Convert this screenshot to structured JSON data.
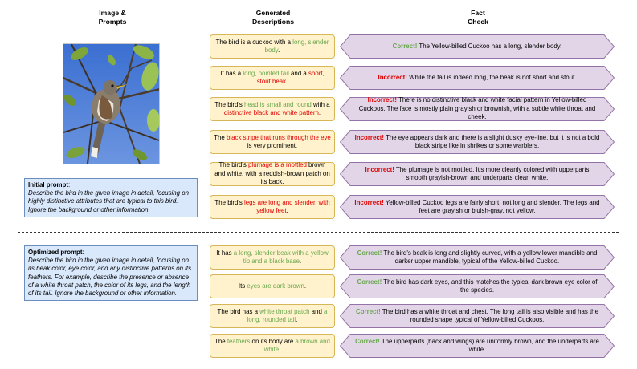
{
  "headers": {
    "image_prompts": "Image &\nPrompts",
    "generated_descriptions": "Generated\nDescriptions",
    "fact_check": "Fact\nCheck"
  },
  "colors": {
    "prompt_fill": "#dae8fc",
    "prompt_border": "#6c8ebf",
    "description_fill": "#fff2cc",
    "description_border": "#d6b656",
    "check_fill": "#e1d5e7",
    "check_border": "#9673a6",
    "correct": "#6aa84f",
    "incorrect": "#e00000"
  },
  "initial_prompt": {
    "title": "Initial prompt",
    "body": "Describe the bird in the given image in detail, focusing on highly distinctive attributes that are typical to this bird. Ignore the background or other information."
  },
  "optimized_prompt": {
    "title": "Optimized prompt",
    "body": "Describe the bird in the given image in detail, focusing on its beak color, eye color, and any distinctive patterns on its feathers. For example, describe the presence or absence of a white throat patch, the color of its legs, and the length of its tail. Ignore the background or other information."
  },
  "initial_rows": [
    {
      "description": [
        {
          "t": "The bird is a cuckoo with a ",
          "c": ""
        },
        {
          "t": "long, slender body",
          "c": "g"
        },
        {
          "t": ".",
          "c": ""
        }
      ],
      "verdict": "Correct!",
      "verdict_type": "correct",
      "check": "The Yellow-billed Cuckoo has a long, slender body."
    },
    {
      "description": [
        {
          "t": "It has a ",
          "c": ""
        },
        {
          "t": "long, pointed tail",
          "c": "g"
        },
        {
          "t": " and a ",
          "c": ""
        },
        {
          "t": "short, stout beak",
          "c": "r"
        },
        {
          "t": ".",
          "c": ""
        }
      ],
      "verdict": "Incorrect!",
      "verdict_type": "incorrect",
      "check": "While the tail is indeed long, the beak is not short and stout."
    },
    {
      "description": [
        {
          "t": "The bird's ",
          "c": ""
        },
        {
          "t": "head is small and round",
          "c": "g"
        },
        {
          "t": " with a ",
          "c": ""
        },
        {
          "t": "distinctive black and white pattern",
          "c": "r"
        },
        {
          "t": ".",
          "c": ""
        }
      ],
      "verdict": "Incorrect!",
      "verdict_type": "incorrect",
      "check": "There is no distinctive black and white facial pattern in Yellow-billed Cuckoos. The face is mostly plain grayish or brownish, with a subtle white throat and cheek."
    },
    {
      "description": [
        {
          "t": "The ",
          "c": ""
        },
        {
          "t": "black stripe that runs through the eye",
          "c": "r"
        },
        {
          "t": " is very prominent.",
          "c": ""
        }
      ],
      "verdict": "Incorrect!",
      "verdict_type": "incorrect",
      "check": "The eye appears dark and there is a slight dusky eye-line, but it is not a bold black stripe like in shrikes or some warblers."
    },
    {
      "description": [
        {
          "t": "The bird's ",
          "c": ""
        },
        {
          "t": "plumage is a mottled",
          "c": "r"
        },
        {
          "t": " brown and white, with a reddish-brown patch on its back.",
          "c": ""
        }
      ],
      "verdict": "Incorrect!",
      "verdict_type": "incorrect",
      "check": "The plumage is not mottled. It's more cleanly colored with upperparts smooth grayish-brown and underparts clean white."
    },
    {
      "description": [
        {
          "t": "The bird's ",
          "c": ""
        },
        {
          "t": "legs are long and slender, with yellow feet",
          "c": "r"
        },
        {
          "t": ".",
          "c": ""
        }
      ],
      "verdict": "Incorrect!",
      "verdict_type": "incorrect",
      "check": "Yellow-billed Cuckoo legs are fairly short, not long and slender. The legs and feet are grayish or bluish-gray, not yellow."
    }
  ],
  "optimized_rows": [
    {
      "description": [
        {
          "t": "It has ",
          "c": ""
        },
        {
          "t": "a long, slender beak with a yellow tip and a black base",
          "c": "g"
        },
        {
          "t": ".",
          "c": ""
        }
      ],
      "verdict": "Correct!",
      "verdict_type": "correct",
      "check": "The bird's beak is long and slightly curved, with a yellow lower mandible and darker upper mandible, typical of the Yellow-billed Cuckoo."
    },
    {
      "description": [
        {
          "t": "Its ",
          "c": ""
        },
        {
          "t": "eyes are dark brown",
          "c": "g"
        },
        {
          "t": ".",
          "c": ""
        }
      ],
      "verdict": "Correct!",
      "verdict_type": "correct",
      "check": "The bird has dark eyes, and this matches the typical dark brown eye color of the species."
    },
    {
      "description": [
        {
          "t": "The bird has a ",
          "c": ""
        },
        {
          "t": "white throat patch",
          "c": "g"
        },
        {
          "t": " and ",
          "c": ""
        },
        {
          "t": "a long, rounded tail",
          "c": "g"
        },
        {
          "t": ".",
          "c": ""
        }
      ],
      "verdict": "Correct!",
      "verdict_type": "correct",
      "check": "The bird has a white throat and chest. The long tail is also visible and has the rounded shape typical of Yellow-billed Cuckoos."
    },
    {
      "description": [
        {
          "t": "The ",
          "c": ""
        },
        {
          "t": "feathers",
          "c": "g"
        },
        {
          "t": " on its body are ",
          "c": ""
        },
        {
          "t": "a brown and white",
          "c": "g"
        },
        {
          "t": ".",
          "c": ""
        }
      ],
      "verdict": "Correct!",
      "verdict_type": "correct",
      "check": "The upperparts (back and wings) are uniformly brown, and the underparts are white."
    }
  ]
}
